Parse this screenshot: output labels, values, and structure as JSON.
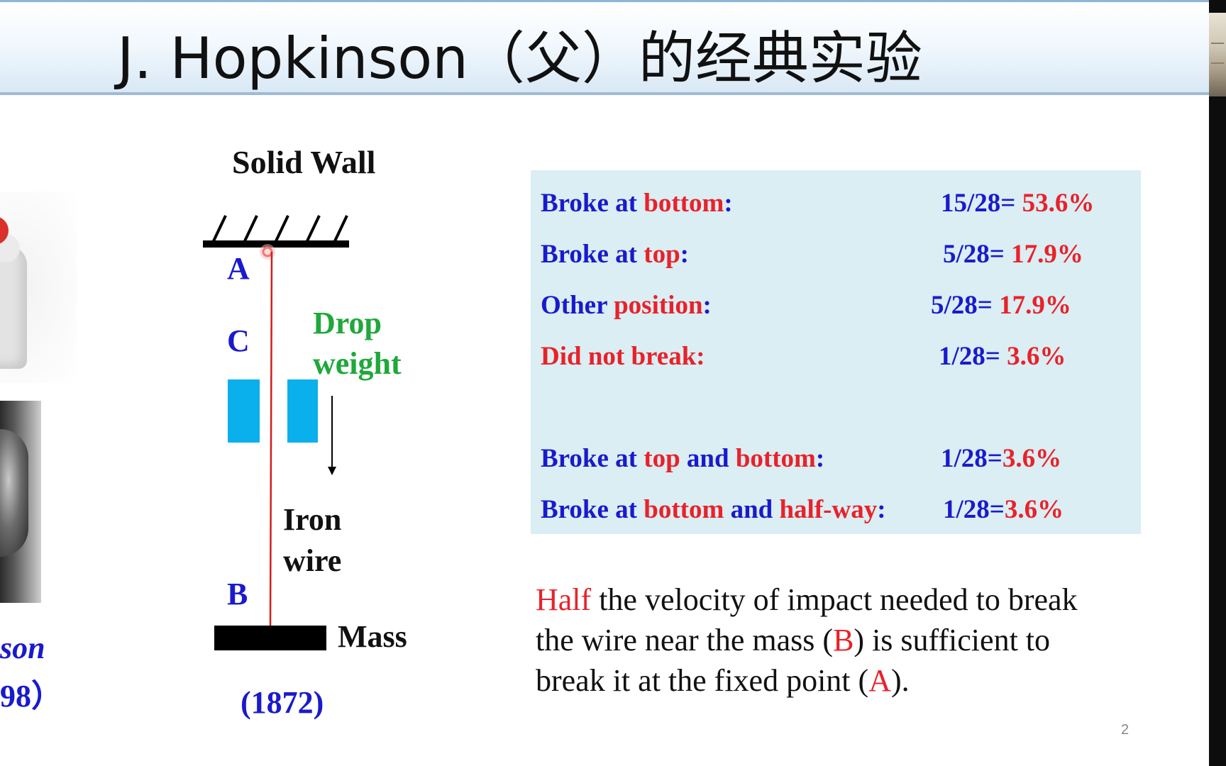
{
  "title": "J. Hopkinson（父）的经典实验",
  "left_caption": {
    "name_fragment": "son",
    "years_fragment": "98）"
  },
  "diagram": {
    "wall_label": "Solid Wall",
    "point_a": "A",
    "point_c": "C",
    "point_b": "B",
    "drop_weight": [
      "Drop",
      "weight"
    ],
    "iron_wire": [
      "Iron",
      "wire"
    ],
    "mass_label": "Mass",
    "year": "(1872)"
  },
  "results": [
    {
      "parts": [
        {
          "t": "Broke at ",
          "c": "blue"
        },
        {
          "t": "bottom",
          "c": "red"
        },
        {
          "t": ":",
          "c": "blue"
        }
      ],
      "value": [
        {
          "t": "15/28= ",
          "c": "blue"
        },
        {
          "t": "53.6%",
          "c": "red"
        }
      ]
    },
    {
      "parts": [
        {
          "t": "Broke at ",
          "c": "blue"
        },
        {
          "t": "top",
          "c": "red"
        },
        {
          "t": ":",
          "c": "blue"
        }
      ],
      "value": [
        {
          "t": "5/28= ",
          "c": "blue"
        },
        {
          "t": "17.9%",
          "c": "red"
        }
      ]
    },
    {
      "parts": [
        {
          "t": "Other ",
          "c": "blue"
        },
        {
          "t": "position",
          "c": "red"
        },
        {
          "t": ":",
          "c": "blue"
        }
      ],
      "value": [
        {
          "t": "5/28= ",
          "c": "blue"
        },
        {
          "t": "17.9%",
          "c": "red"
        }
      ]
    },
    {
      "parts": [
        {
          "t": "Did not break:",
          "c": "red"
        }
      ],
      "value": [
        {
          "t": "1/28= ",
          "c": "blue"
        },
        {
          "t": "3.6%",
          "c": "red"
        }
      ]
    },
    {
      "parts": [
        {
          "t": "Broke at ",
          "c": "blue"
        },
        {
          "t": "top",
          "c": "red"
        },
        {
          "t": " and ",
          "c": "blue"
        },
        {
          "t": "bottom",
          "c": "red"
        },
        {
          "t": ":",
          "c": "blue"
        }
      ],
      "value": [
        {
          "t": "1/28=",
          "c": "blue"
        },
        {
          "t": "3.6%",
          "c": "red"
        }
      ]
    },
    {
      "parts": [
        {
          "t": "Broke at  ",
          "c": "blue"
        },
        {
          "t": "bottom",
          "c": "red"
        },
        {
          "t": " and ",
          "c": "blue"
        },
        {
          "t": "half-way",
          "c": "red"
        },
        {
          "t": ":",
          "c": "blue"
        }
      ],
      "value": [
        {
          "t": "1/28=",
          "c": "blue"
        },
        {
          "t": "3.6%",
          "c": "red"
        }
      ]
    }
  ],
  "conclusion": [
    [
      {
        "t": "Half",
        "c": "red"
      },
      {
        "t": " the velocity of impact needed to break",
        "c": "black"
      }
    ],
    [
      {
        "t": "the wire near the mass (",
        "c": "black"
      },
      {
        "t": "B",
        "c": "red"
      },
      {
        "t": ") is sufficient to",
        "c": "black"
      }
    ],
    [
      {
        "t": "break it at the fixed point (",
        "c": "black"
      },
      {
        "t": "A",
        "c": "red"
      },
      {
        "t": ").",
        "c": "black"
      }
    ]
  ],
  "page_number": "2",
  "colors": {
    "blue": "#1a1acc",
    "red": "#e8222a",
    "green": "#1fa83b",
    "box": "#daeef3"
  }
}
